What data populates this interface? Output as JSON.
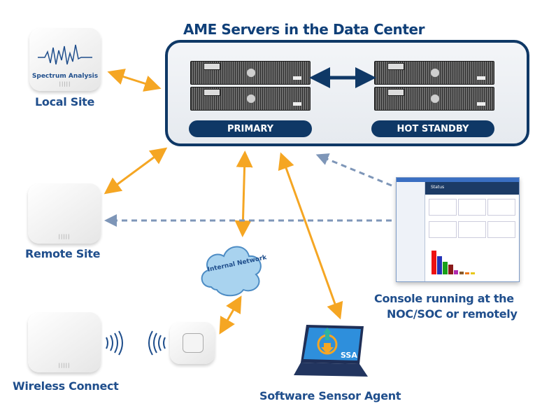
{
  "title": "AME Servers in the Data Center",
  "data_center": {
    "primary_label": "PRIMARY",
    "standby_label": "HOT STANDBY"
  },
  "nodes": {
    "local_site": {
      "label": "Local Site",
      "device_text": "Spectrum Analysis"
    },
    "remote_site": {
      "label": "Remote Site"
    },
    "wireless_connect": {
      "label": "Wireless Connect"
    },
    "internal_network": {
      "label": "Internal Network"
    },
    "software_sensor_agent": {
      "label": "Software Sensor Agent",
      "badge": "SSA"
    },
    "console": {
      "label_line1": "Console running at the",
      "label_line2": "NOC/SOC or remotely",
      "screen_title": "Status"
    }
  },
  "colors": {
    "navy": "#0f3866",
    "label_blue": "#1f4e8c",
    "orange_arrow": "#f5a623",
    "dashed_arrow": "#7e96b8"
  }
}
